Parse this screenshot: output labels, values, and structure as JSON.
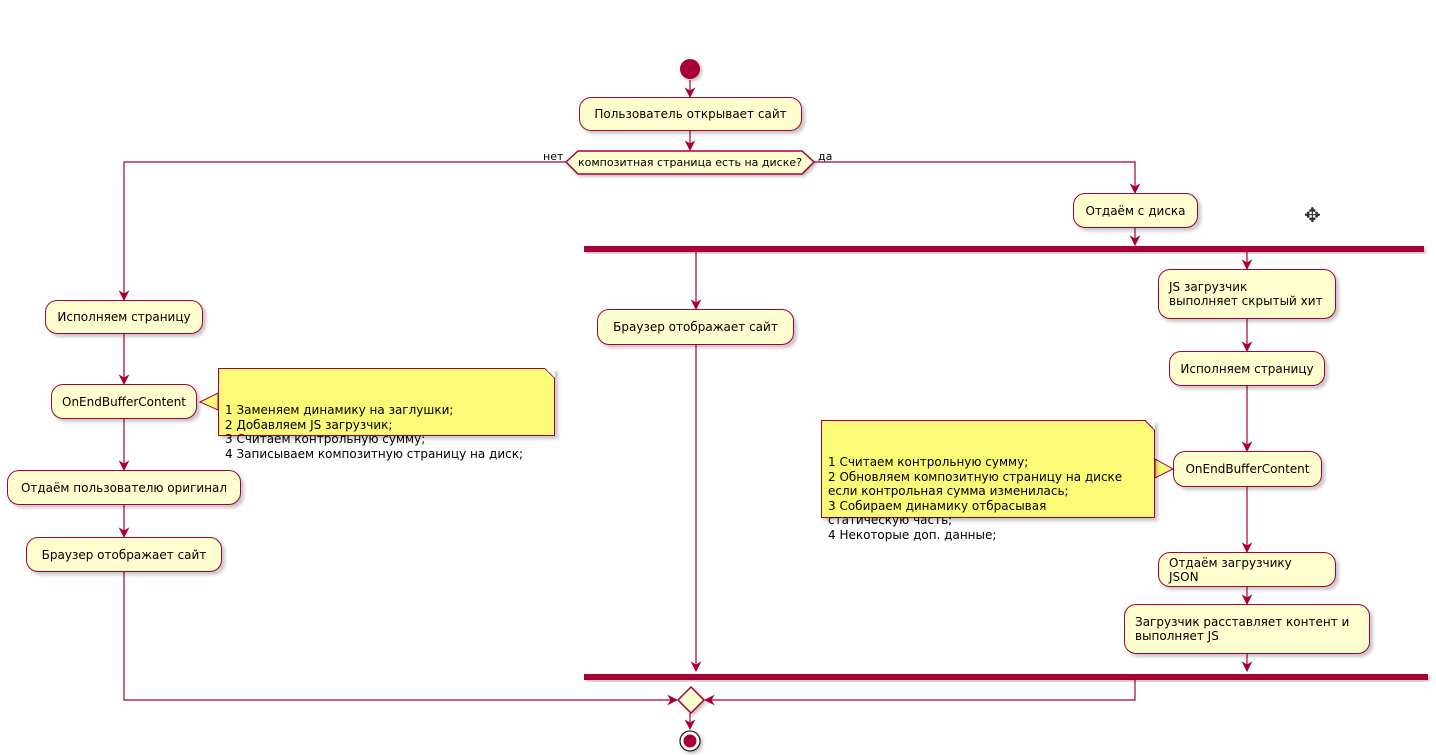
{
  "colors": {
    "border": "#A80036",
    "activity_fill": "#FEFECE",
    "note_fill": "#FBFB77",
    "bar": "#A80036"
  },
  "nodes": {
    "open_site": "Пользователь открывает сайт",
    "decision": "композитная страница есть на диске?",
    "branch_no": "нет",
    "branch_yes": "да",
    "left_exec": "Исполняем страницу",
    "left_onend": "OnEndBufferContent",
    "left_return": "Отдаём пользователю оригинал",
    "left_browser": "Браузер отображает сайт",
    "serve_disk": "Отдаём с диска",
    "mid_browser": "Браузер отображает сайт",
    "js_loader": "JS загрузчик\nвыполняет скрытый хит",
    "right_exec": "Исполняем страницу",
    "right_onend": "OnEndBufferContent",
    "right_json": "Отдаём загрузчику JSON",
    "right_loader": "Загрузчик расставляет контент и\nвыполняет JS"
  },
  "notes": {
    "left": "1 Заменяем динамику на заглушки;\n2 Добавляем JS загрузчик;\n3 Считаем контрольную сумму;\n4 Записываем композитную страницу на диск;",
    "right": "1 Считаем контрольную сумму;\n2 Обновляем композитную страницу на диске\nесли контрольная сумма изменилась;\n3 Собираем динамику отбрасывая\nстатическую часть;\n4 Некоторые доп. данные;"
  },
  "icons": {
    "start": "start-node-icon",
    "end": "end-node-icon",
    "cursor": "move-cursor-icon"
  }
}
